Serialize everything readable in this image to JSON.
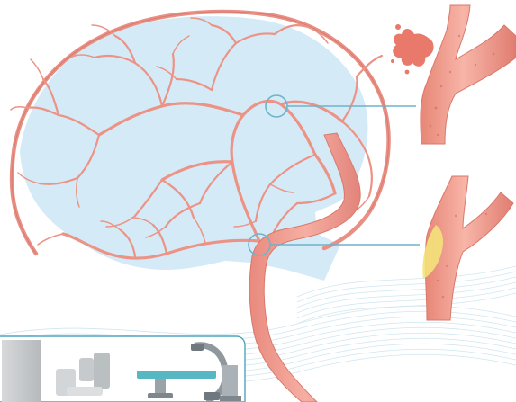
{
  "colors": {
    "background": "#ffffff",
    "brain_fill": "#cfe8f6",
    "artery": "#f19a8e",
    "artery_dark": "#d9776c",
    "artery_outline": "#c9675d",
    "callout": "#6fb3c9",
    "plaque": "#f4e27a",
    "wave_lines": "#bfe0ee",
    "panel_border": "#4ea6bd",
    "equipment_table": "#57b8c4",
    "equipment_gray": "#9aa3a8"
  },
  "icons": [
    "brain-artery-illustration",
    "hemorrhage-icon",
    "stenosis-plaque-icon",
    "imaging-equipment-icon"
  ],
  "callouts": [
    {
      "id": "upper",
      "target": "hemorrhage-detail"
    },
    {
      "id": "lower",
      "target": "plaque-detail"
    }
  ]
}
